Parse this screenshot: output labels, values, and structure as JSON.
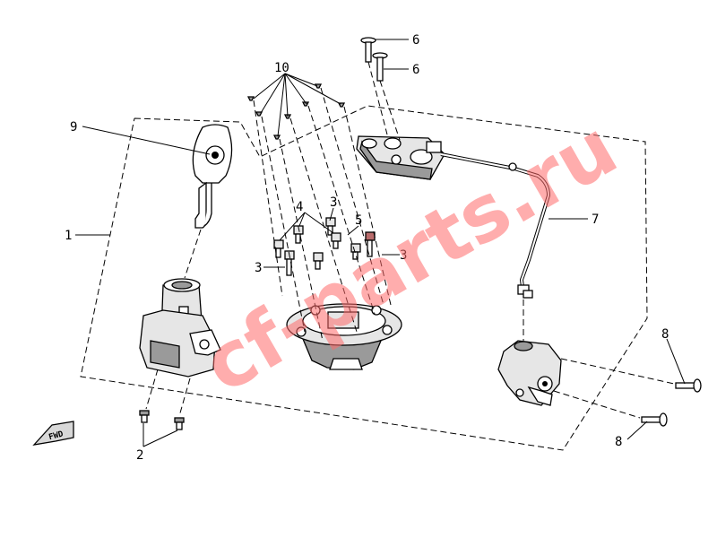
{
  "callouts": {
    "c1": "1",
    "c2": "2",
    "c3a": "3",
    "c3b": "3",
    "c3c": "3",
    "c4": "4",
    "c5": "5",
    "c6a": "6",
    "c6b": "6",
    "c7": "7",
    "c8a": "8",
    "c8b": "8",
    "c9": "9",
    "c10": "10"
  },
  "watermark": "cf-parts.ru",
  "arrow_label": "FWD"
}
